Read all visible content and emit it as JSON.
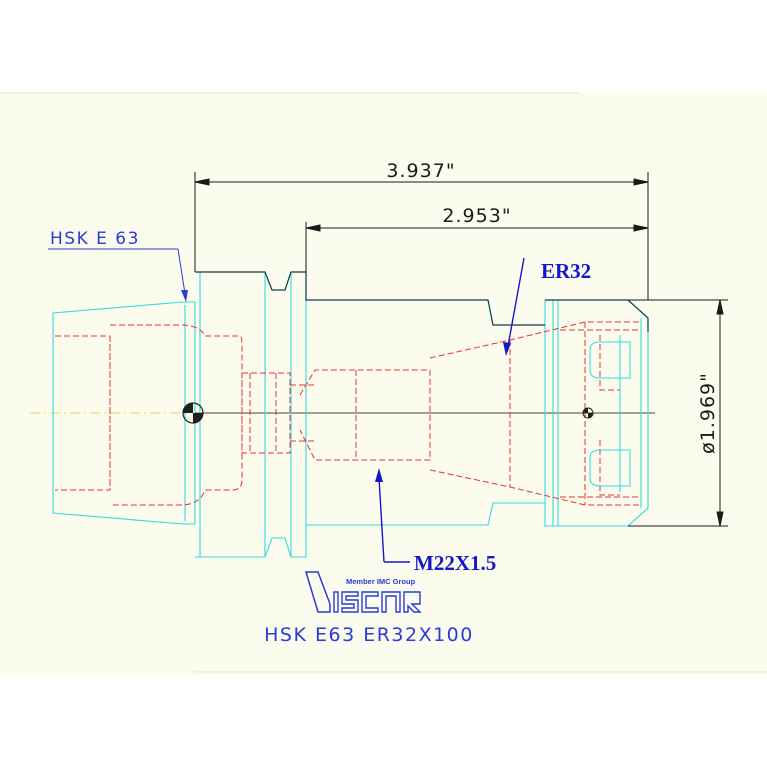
{
  "drawing": {
    "interface_label": "HSK E 63",
    "dim_overall": "3.937\"",
    "dim_body": "2.953\"",
    "dim_diameter": "ø1.969\"",
    "callout_collet": "ER32",
    "callout_thread": "M22X1.5",
    "part_title": "HSK E63 ER32X100"
  },
  "logo": {
    "tagline": "Member IMC Group",
    "brand": "ISCAR"
  },
  "colors": {
    "background": "#fbfbee",
    "outline": "#35d8e0",
    "hidden": "#e4352d",
    "dimension": "#1a1a1a",
    "label": "#2b3bd6",
    "callout": "#1515c9",
    "centerline": "#e8d84a"
  }
}
